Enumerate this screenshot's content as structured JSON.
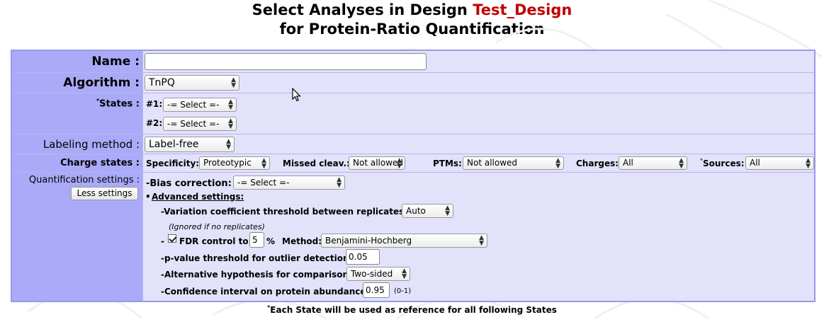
{
  "header": {
    "title_prefix": "Select Analyses in Design",
    "design_name": "Test_Design",
    "subtitle": "for Protein-Ratio Quantification"
  },
  "form": {
    "name": {
      "label": "Name :",
      "value": ""
    },
    "algorithm": {
      "label": "Algorithm :",
      "selected": "TnPQ"
    },
    "states": {
      "label_mark": "*",
      "label": "States :",
      "items": [
        {
          "tag": "#1:",
          "selected": "-= Select =-"
        },
        {
          "tag": "#2:",
          "selected": "-= Select =-"
        }
      ]
    },
    "labeling": {
      "label": "Labeling method :",
      "selected": "Label-free"
    },
    "peptide_selection": {
      "label": "Charge states :",
      "specificity_label": "Specificity:",
      "specificity_value": "Proteotypic",
      "missed_label": "Missed cleav.:",
      "missed_value": "Not allowed",
      "ptms_label": "PTMs:",
      "ptms_value": "Not allowed",
      "charges_label": "Charges:",
      "charges_value": "All",
      "sources_mark": "°",
      "sources_label": "Sources:",
      "sources_value": "All"
    },
    "quantification": {
      "label": "Quantification settings :",
      "less_button": "Less settings",
      "bias_label": "-Bias correction:",
      "bias_value": "-= Select =-",
      "advanced_bullet": "•",
      "advanced_label": "Advanced settings:",
      "varcoef_label": "-Variation coefficient threshold between replicates:",
      "varcoef_value": "Auto",
      "ignored_note": "(Ignored if no replicates)",
      "fdr_dash": "-",
      "fdr_label": "FDR control to",
      "fdr_value": "5",
      "fdr_unit": "%",
      "method_label": "Method:",
      "method_value": "Benjamini-Hochberg",
      "pvalue_label": "-p-value threshold for outlier detection:",
      "pvalue_value": "0.05",
      "althyp_label": "-Alternative hypothesis for comparison:",
      "althyp_value": "Two-sided",
      "confint_label": "-Confidence interval on protein abundance:",
      "confint_value": "0.95",
      "confint_range": "(0-1)"
    }
  },
  "footnote": {
    "mark": "*",
    "text": "Each State will be used as reference for all following States"
  },
  "colors": {
    "accent_design": "#c00000",
    "label_cell": "#aaaaf8",
    "value_cell": "#e2e2fb",
    "border": "#9999ee"
  },
  "icons": {
    "dropdown": "updown-chevron-icon",
    "cursor": "mouse-pointer-icon",
    "checkbox": "checkmark-icon"
  }
}
